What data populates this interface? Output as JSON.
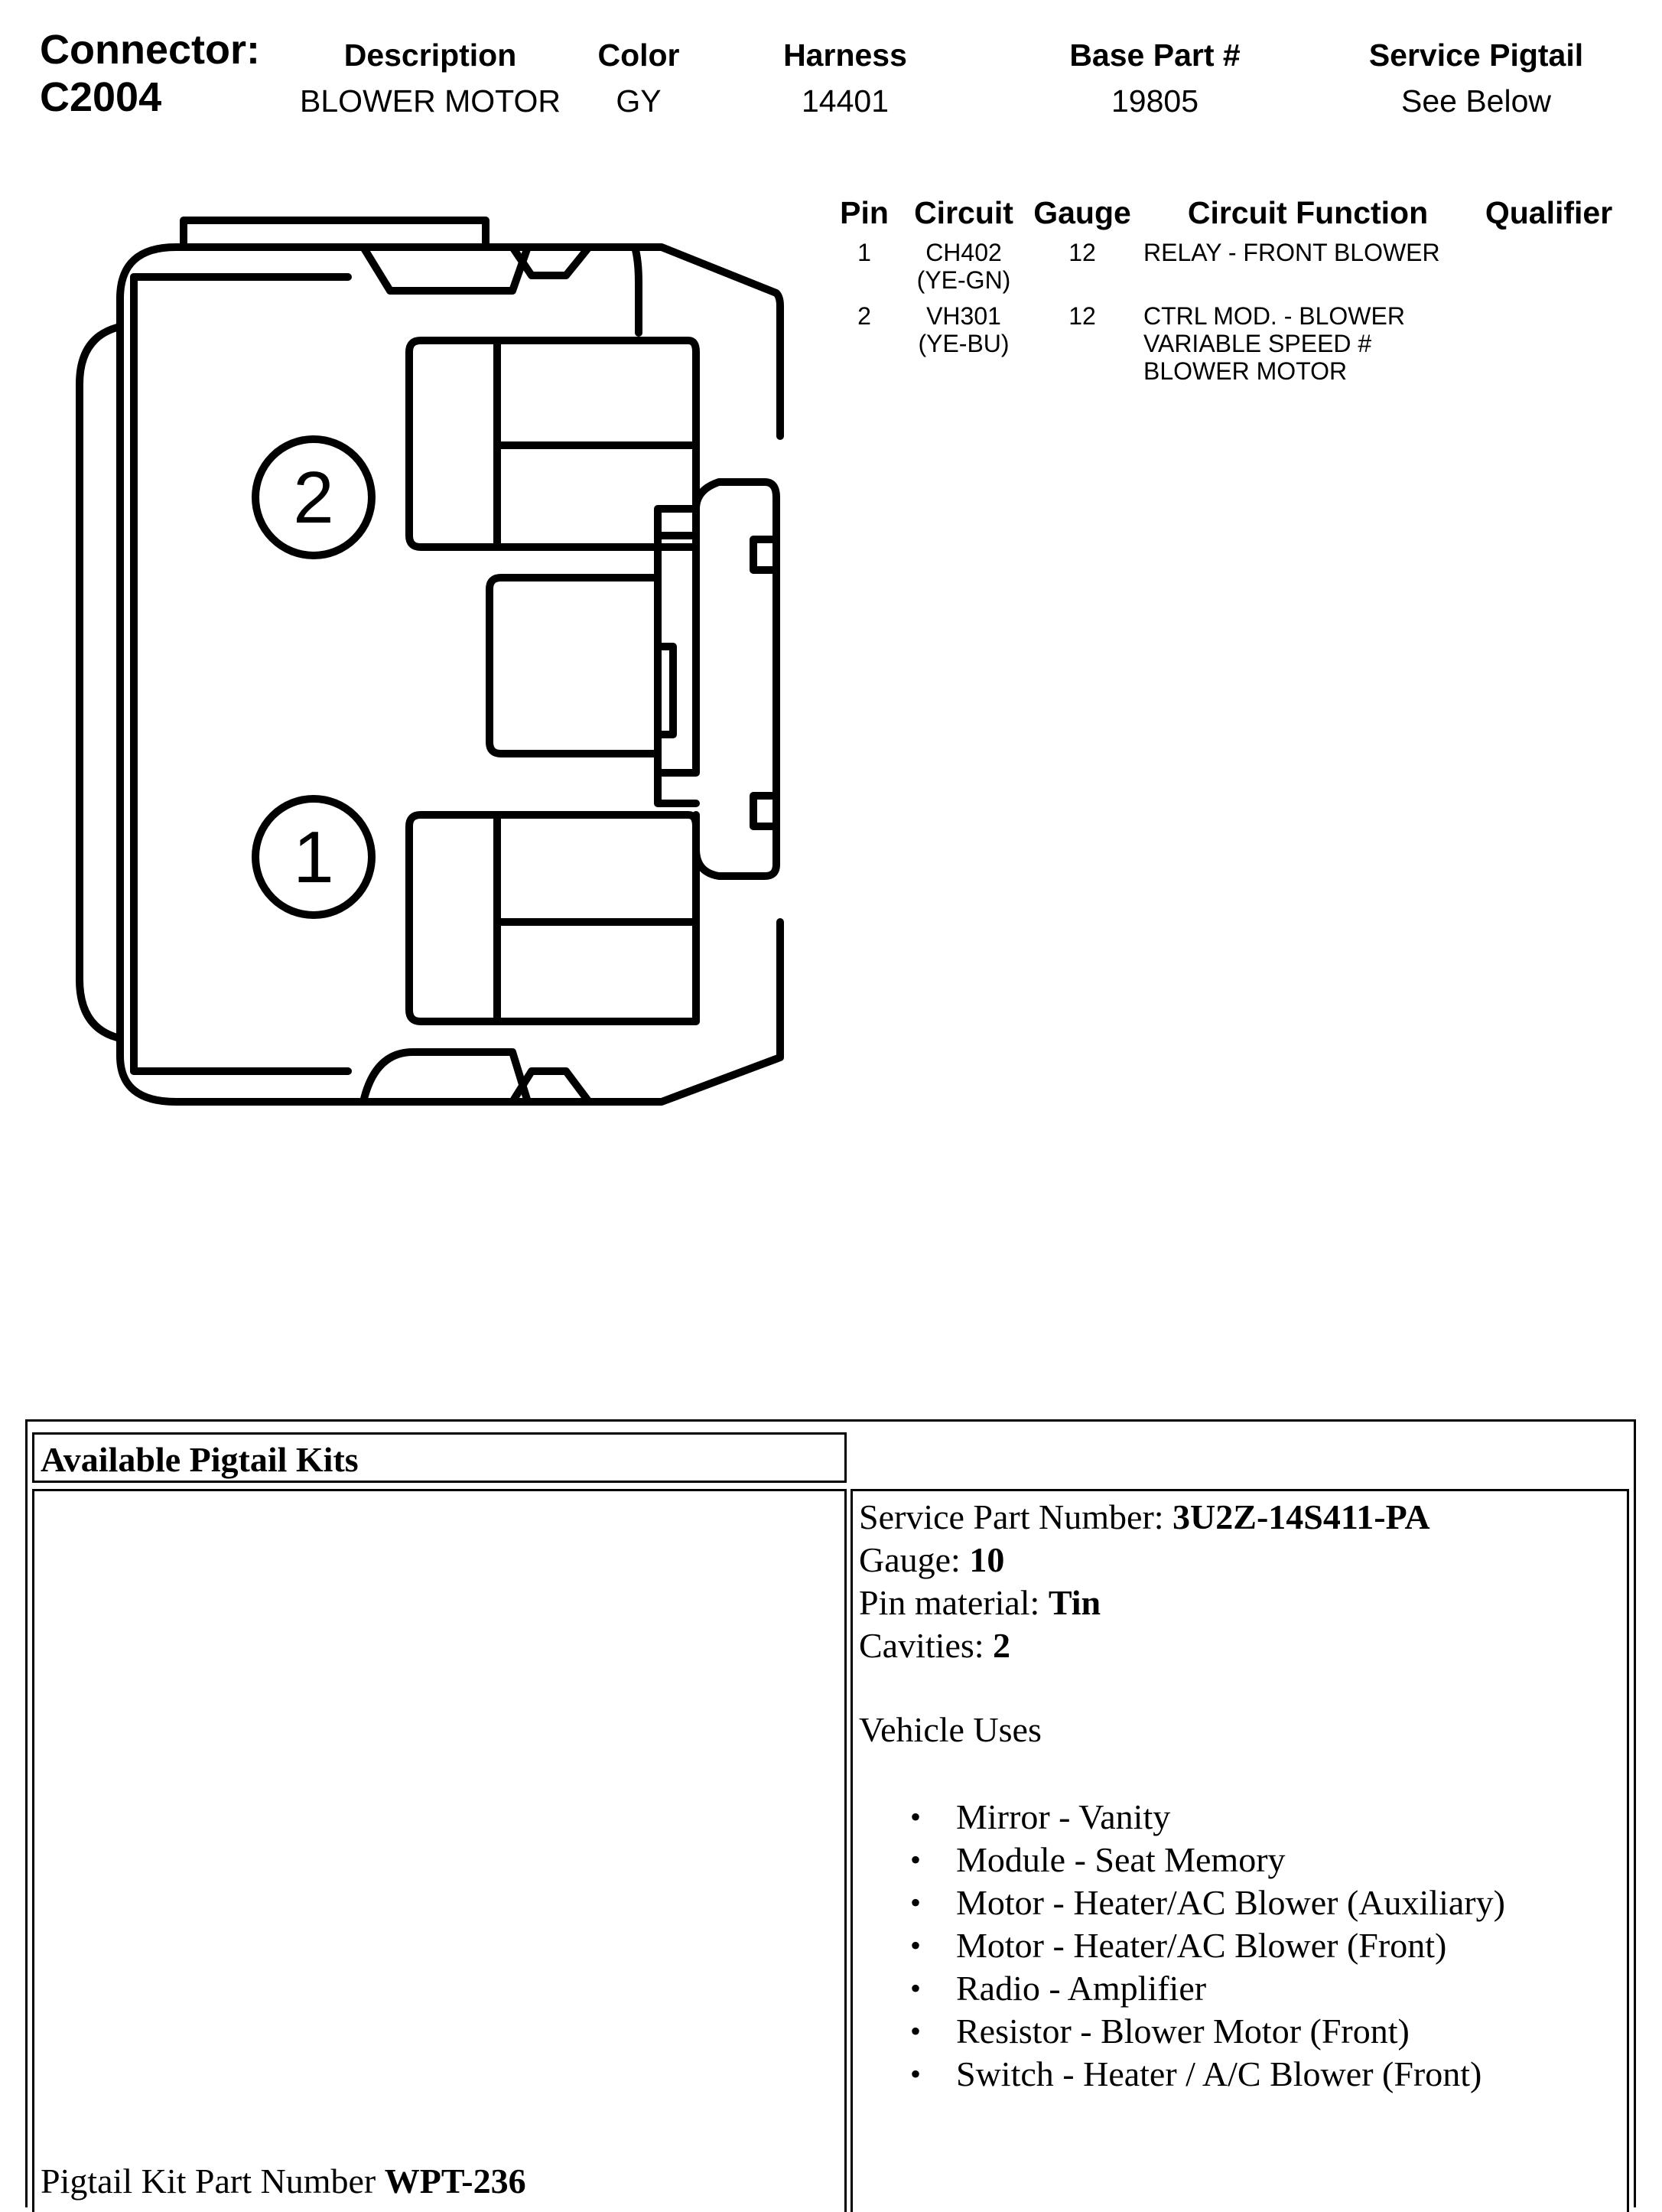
{
  "connector": {
    "label": "Connector:",
    "id": "C2004",
    "description_label": "Description",
    "description": "BLOWER MOTOR",
    "color_label": "Color",
    "color": "GY",
    "harness_label": "Harness",
    "harness": "14401",
    "base_part_label": "Base Part #",
    "base_part": "19805",
    "service_pigtail_label": "Service Pigtail",
    "service_pigtail": "See Below"
  },
  "pin_table": {
    "headers": [
      "Pin",
      "Circuit",
      "Gauge",
      "Circuit Function",
      "Qualifier"
    ],
    "rows": [
      {
        "pin": "1",
        "circuit": "CH402",
        "circuit_color": "(YE-GN)",
        "gauge": "12",
        "function": [
          "RELAY - FRONT BLOWER"
        ],
        "qualifier": ""
      },
      {
        "pin": "2",
        "circuit": "VH301",
        "circuit_color": "(YE-BU)",
        "gauge": "12",
        "function": [
          "CTRL MOD. - BLOWER",
          "VARIABLE SPEED #",
          "BLOWER MOTOR"
        ],
        "qualifier": ""
      }
    ]
  },
  "diagram": {
    "pin_labels": [
      "2",
      "1"
    ]
  },
  "pigtail": {
    "title": "Available Pigtail Kits",
    "service_part_label": "Service Part Number: ",
    "service_part": "3U2Z-14S411-PA",
    "gauge_label": "Gauge: ",
    "gauge": "10",
    "pin_material_label": "Pin material: ",
    "pin_material": "Tin",
    "cavities_label": "Cavities: ",
    "cavities": "2",
    "vehicle_uses_label": "Vehicle Uses",
    "vehicle_uses": [
      "Mirror - Vanity",
      "Module - Seat Memory",
      "Motor - Heater/AC Blower (Auxiliary)",
      "Motor - Heater/AC Blower (Front)",
      "Radio - Amplifier",
      "Resistor - Blower Motor (Front)",
      "Switch - Heater / A/C Blower (Front)"
    ],
    "kit_label": "Pigtail Kit Part Number ",
    "kit_number": "WPT-236"
  }
}
